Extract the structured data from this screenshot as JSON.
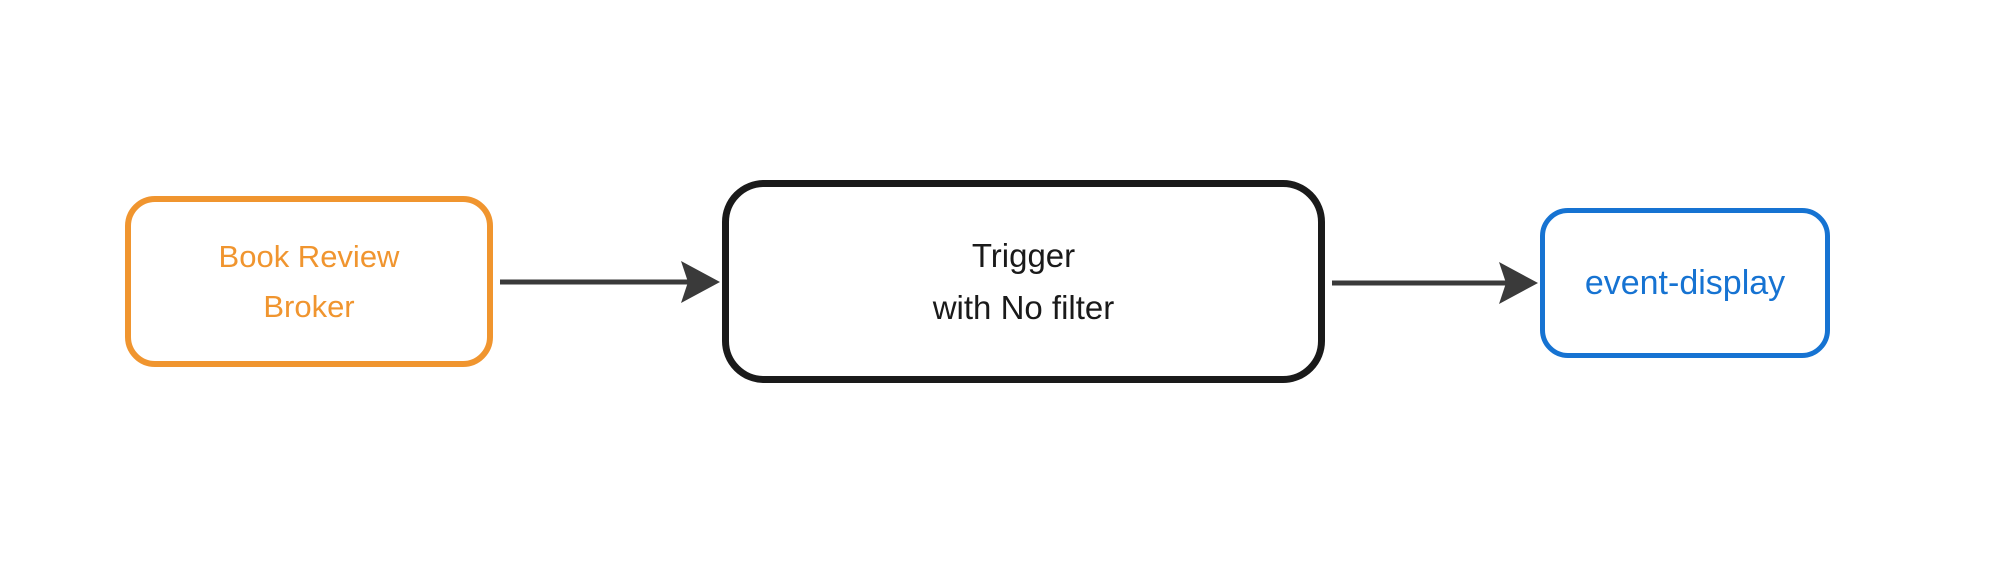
{
  "diagram": {
    "background": "#FFFFFF",
    "edge_color": "#3A3A3A",
    "nodes": [
      {
        "id": "book-review-broker",
        "lines": [
          "Book Review",
          "Broker"
        ],
        "color": "#F0952F"
      },
      {
        "id": "trigger",
        "lines": [
          "Trigger",
          "with No filter"
        ],
        "color": "#1A1A1A"
      },
      {
        "id": "event-display",
        "lines": [
          "event-display"
        ],
        "color": "#1673D2"
      }
    ],
    "edges": [
      {
        "from": "book-review-broker",
        "to": "trigger"
      },
      {
        "from": "trigger",
        "to": "event-display"
      }
    ]
  }
}
